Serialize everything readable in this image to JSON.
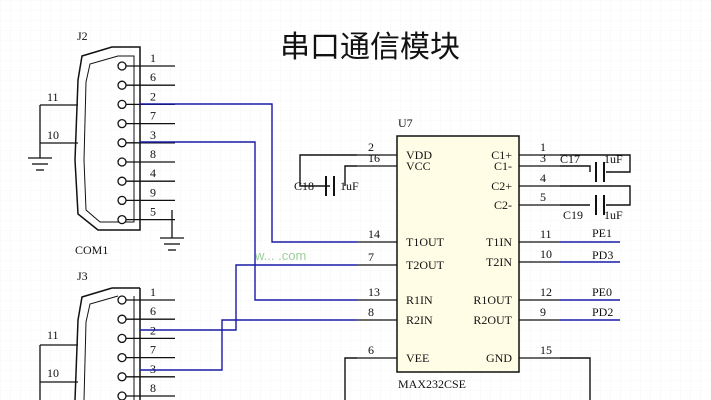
{
  "title": "串口通信模块",
  "watermark": "w... .com",
  "connectors": [
    {
      "ref": "J2",
      "name": "COM1",
      "pins": [
        "1",
        "6",
        "2",
        "7",
        "3",
        "8",
        "4",
        "9",
        "5"
      ],
      "shell": [
        "11",
        "10"
      ]
    },
    {
      "ref": "J3",
      "pins": [
        "1",
        "6",
        "2",
        "7",
        "3",
        "8"
      ],
      "shell": [
        "11",
        "10"
      ]
    }
  ],
  "chip": {
    "ref": "U7",
    "name": "MAX232CSE",
    "left": [
      {
        "pin": "2",
        "label": "VDD"
      },
      {
        "pin": "16",
        "label": "VCC"
      },
      {
        "pin": "14",
        "label": "T1OUT"
      },
      {
        "pin": "7",
        "label": "T2OUT"
      },
      {
        "pin": "13",
        "label": "R1IN"
      },
      {
        "pin": "8",
        "label": "R2IN"
      },
      {
        "pin": "6",
        "label": "VEE"
      }
    ],
    "right": [
      {
        "pin": "1",
        "label": "C1+"
      },
      {
        "pin": "3",
        "label": "C1-"
      },
      {
        "pin": "4",
        "label": "C2+"
      },
      {
        "pin": "5",
        "label": "C2-"
      },
      {
        "pin": "11",
        "label": "T1IN"
      },
      {
        "pin": "10",
        "label": "T2IN"
      },
      {
        "pin": "12",
        "label": "R1OUT"
      },
      {
        "pin": "9",
        "label": "R2OUT"
      },
      {
        "pin": "15",
        "label": "GND"
      }
    ]
  },
  "caps": [
    {
      "ref": "C18",
      "value": "1uF"
    },
    {
      "ref": "C17",
      "value": "1uF"
    },
    {
      "ref": "C19",
      "value": "1uF"
    }
  ],
  "nets": [
    "PE1",
    "PD3",
    "PE0",
    "PD2"
  ],
  "colors": {
    "line": "#111111",
    "net": "#1a1aa8",
    "fill": "#fffde6"
  }
}
